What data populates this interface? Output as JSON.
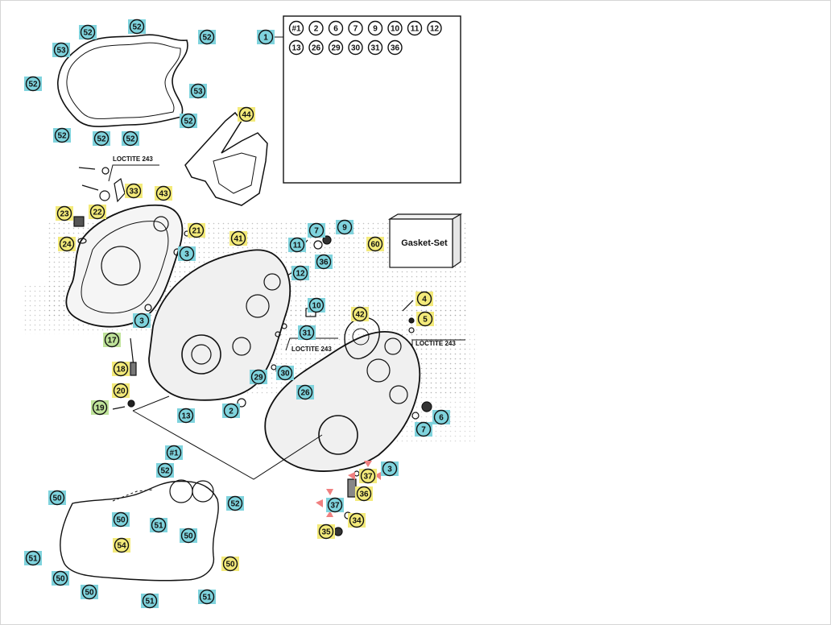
{
  "notes": {
    "loctite_1": "LOCTITE 243",
    "loctite_2": "LOCTITE 243",
    "loctite_3": "LOCTITE 243",
    "gasket_set": "Gasket-Set"
  },
  "ref_box": {
    "row1": [
      "#1",
      "2",
      "6",
      "7",
      "9",
      "10",
      "11",
      "12"
    ],
    "row2": [
      "13",
      "26",
      "29",
      "30",
      "31",
      "36"
    ]
  },
  "callouts": [
    {
      "id": "c1",
      "label": "1",
      "tone": "teal"
    },
    {
      "id": "c52a",
      "label": "52",
      "tone": "teal"
    },
    {
      "id": "c52b",
      "label": "52",
      "tone": "teal"
    },
    {
      "id": "c52c",
      "label": "52",
      "tone": "teal"
    },
    {
      "id": "c53a",
      "label": "53",
      "tone": "teal"
    },
    {
      "id": "c52d",
      "label": "52",
      "tone": "teal"
    },
    {
      "id": "c53b",
      "label": "53",
      "tone": "teal"
    },
    {
      "id": "c52e",
      "label": "52",
      "tone": "teal"
    },
    {
      "id": "c52f",
      "label": "52",
      "tone": "teal"
    },
    {
      "id": "c52g",
      "label": "52",
      "tone": "teal"
    },
    {
      "id": "c52h",
      "label": "52",
      "tone": "teal"
    },
    {
      "id": "c44",
      "label": "44",
      "tone": "yellow"
    },
    {
      "id": "c33",
      "label": "33",
      "tone": "yellow"
    },
    {
      "id": "c43",
      "label": "43",
      "tone": "yellow"
    },
    {
      "id": "c23",
      "label": "23",
      "tone": "yellow"
    },
    {
      "id": "c22",
      "label": "22",
      "tone": "yellow"
    },
    {
      "id": "c21",
      "label": "21",
      "tone": "yellow"
    },
    {
      "id": "c41",
      "label": "41",
      "tone": "yellow"
    },
    {
      "id": "c24",
      "label": "24",
      "tone": "yellow"
    },
    {
      "id": "c3a",
      "label": "3",
      "tone": "teal"
    },
    {
      "id": "c7a",
      "label": "7",
      "tone": "teal"
    },
    {
      "id": "c9",
      "label": "9",
      "tone": "teal"
    },
    {
      "id": "c11",
      "label": "11",
      "tone": "teal"
    },
    {
      "id": "c60",
      "label": "60",
      "tone": "yellow"
    },
    {
      "id": "c36a",
      "label": "36",
      "tone": "teal"
    },
    {
      "id": "c12",
      "label": "12",
      "tone": "teal"
    },
    {
      "id": "c10",
      "label": "10",
      "tone": "teal"
    },
    {
      "id": "c4",
      "label": "4",
      "tone": "yellow"
    },
    {
      "id": "c5",
      "label": "5",
      "tone": "yellow"
    },
    {
      "id": "c42",
      "label": "42",
      "tone": "yellow"
    },
    {
      "id": "c3b",
      "label": "3",
      "tone": "teal"
    },
    {
      "id": "c31",
      "label": "31",
      "tone": "teal"
    },
    {
      "id": "c17",
      "label": "17",
      "tone": "green"
    },
    {
      "id": "c18",
      "label": "18",
      "tone": "yellow"
    },
    {
      "id": "c29",
      "label": "29",
      "tone": "teal"
    },
    {
      "id": "c30",
      "label": "30",
      "tone": "teal"
    },
    {
      "id": "c20",
      "label": "20",
      "tone": "yellow"
    },
    {
      "id": "c26",
      "label": "26",
      "tone": "teal"
    },
    {
      "id": "c19",
      "label": "19",
      "tone": "green"
    },
    {
      "id": "c6",
      "label": "6",
      "tone": "teal"
    },
    {
      "id": "c2",
      "label": "2",
      "tone": "teal"
    },
    {
      "id": "c13",
      "label": "13",
      "tone": "teal"
    },
    {
      "id": "c7b",
      "label": "7",
      "tone": "teal"
    },
    {
      "id": "c1b",
      "label": "#1",
      "tone": "teal"
    },
    {
      "id": "c3c",
      "label": "3",
      "tone": "teal"
    },
    {
      "id": "c37a",
      "label": "37",
      "tone": "yellow"
    },
    {
      "id": "c52i",
      "label": "52",
      "tone": "teal"
    },
    {
      "id": "c36b",
      "label": "36",
      "tone": "yellow"
    },
    {
      "id": "c50a",
      "label": "50",
      "tone": "teal"
    },
    {
      "id": "c52j",
      "label": "52",
      "tone": "teal"
    },
    {
      "id": "c50b",
      "label": "50",
      "tone": "teal"
    },
    {
      "id": "c51a",
      "label": "51",
      "tone": "teal"
    },
    {
      "id": "c37b",
      "label": "37",
      "tone": "teal"
    },
    {
      "id": "c34",
      "label": "34",
      "tone": "yellow"
    },
    {
      "id": "c50c",
      "label": "50",
      "tone": "teal"
    },
    {
      "id": "c35",
      "label": "35",
      "tone": "yellow"
    },
    {
      "id": "c54",
      "label": "54",
      "tone": "yellow"
    },
    {
      "id": "c51b",
      "label": "51",
      "tone": "teal"
    },
    {
      "id": "c50d",
      "label": "50",
      "tone": "yellow"
    },
    {
      "id": "c50e",
      "label": "50",
      "tone": "teal"
    },
    {
      "id": "c50f",
      "label": "50",
      "tone": "teal"
    },
    {
      "id": "c51c",
      "label": "51",
      "tone": "teal"
    },
    {
      "id": "c51d",
      "label": "51",
      "tone": "teal"
    }
  ],
  "colors": {
    "teal": "#7fd3dd",
    "yellow": "#f3ea7a",
    "green": "#bfe39a",
    "line": "#111111",
    "dots": "#9a9a9a",
    "arrow": "#f08080"
  }
}
